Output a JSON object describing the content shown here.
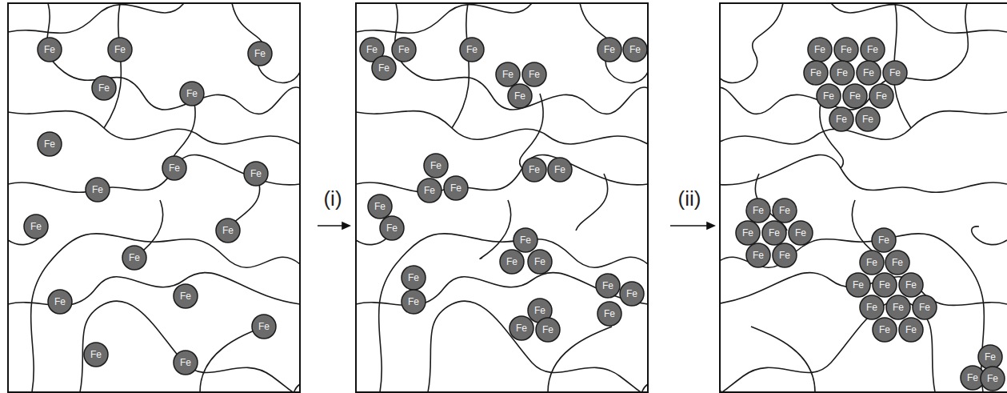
{
  "diagram": {
    "nodes": [
      {
        "text": [
          "Fe"
        ]
      },
      {
        "text": [
          "Fe"
        ]
      },
      {
        "text": [
          "Fe"
        ]
      },
      {
        "text": [
          "Fe"
        ]
      },
      {
        "text": [
          "Fe"
        ]
      },
      {
        "text": [
          "Fe"
        ]
      },
      {
        "text": [
          "Fe"
        ]
      },
      {
        "text": [
          "Fe"
        ]
      },
      {
        "text": [
          "Fe"
        ]
      },
      {
        "text": [
          "Fe"
        ]
      },
      {
        "text": [
          "Fe"
        ]
      },
      {
        "text": [
          "Fe"
        ]
      },
      {
        "text": [
          "Fe"
        ]
      },
      {
        "text": [
          "Fe"
        ]
      },
      {
        "text": [
          "Fe"
        ]
      },
      {
        "text": [
          "Fe"
        ]
      },
      {
        "text": [
          "Fe"
        ]
      },
      {
        "text": [
          "Fe"
        ]
      },
      {
        "text": [
          "Fe"
        ]
      },
      {
        "text": [
          "Fe"
        ]
      },
      {
        "text": [
          "Fe"
        ]
      },
      {
        "text": [
          "Fe"
        ]
      },
      {
        "text": [
          "Fe"
        ]
      },
      {
        "text": [
          "Fe"
        ]
      },
      {
        "text": [
          "Fe"
        ]
      },
      {
        "text": [
          "Fe"
        ]
      },
      {
        "text": [
          "Fe"
        ]
      },
      {
        "text": [
          "Fe"
        ]
      },
      {
        "text": [
          "Fe"
        ]
      },
      {
        "text": [
          "Fe"
        ]
      },
      {
        "text": [
          "Fe"
        ]
      },
      {
        "text": [
          "Fe"
        ]
      },
      {
        "text": [
          "Fe"
        ]
      },
      {
        "text": [
          "Fe"
        ]
      },
      {
        "text": [
          "Fe"
        ]
      },
      {
        "text": [
          "Fe"
        ]
      },
      {
        "text": [
          "Fe"
        ]
      },
      {
        "text": [
          "Fe"
        ]
      },
      {
        "text": [
          "Fe"
        ]
      },
      {
        "text": [
          "Fe"
        ]
      },
      {
        "text": [
          "Fe"
        ]
      },
      {
        "text": [
          "Fe"
        ]
      },
      {
        "text": [
          "Fe"
        ]
      },
      {
        "text": [
          "Fe"
        ]
      },
      {
        "text": [
          "Fe"
        ]
      },
      {
        "text": [
          "Fe"
        ]
      },
      {
        "text": [
          "Fe"
        ]
      },
      {
        "text": [
          "Fe"
        ]
      },
      {
        "text": [
          "Fe"
        ]
      },
      {
        "text": [
          "Fe"
        ]
      },
      {
        "text": [
          "Fe"
        ]
      },
      {
        "text": [
          "Fe"
        ]
      },
      {
        "text": [
          "Fe"
        ]
      },
      {
        "text": [
          "Fe"
        ]
      },
      {
        "text": [
          "Fe"
        ]
      },
      {
        "text": [
          "Fe"
        ]
      },
      {
        "text": [
          "Fe"
        ]
      },
      {
        "text": [
          "Fe"
        ]
      },
      {
        "text": [
          "Fe"
        ]
      },
      {
        "text": [
          "Fe"
        ]
      },
      {
        "text": [
          "Fe"
        ]
      },
      {
        "text": [
          "Fe"
        ]
      },
      {
        "text": [
          "Fe"
        ]
      },
      {
        "text": [
          "Fe"
        ]
      },
      {
        "text": [
          "Fe"
        ]
      },
      {
        "text": [
          "Fe"
        ]
      },
      {
        "text": [
          "Fe"
        ]
      },
      {
        "text": [
          "Fe"
        ]
      },
      {
        "text": [
          "Fe"
        ]
      },
      {
        "text": [
          "Fe"
        ]
      },
      {
        "text": [
          "Fe"
        ]
      },
      {
        "text": [
          "Fe"
        ]
      },
      {
        "text": [
          "Fe"
        ]
      },
      {
        "text": [
          "Fe"
        ]
      },
      {
        "text": [
          "Fe"
        ]
      },
      {
        "text": [
          "Fe"
        ]
      },
      {
        "text": [
          "Fe"
        ]
      }
    ],
    "labels": [
      "(i)",
      "(ii)"
    ]
  }
}
